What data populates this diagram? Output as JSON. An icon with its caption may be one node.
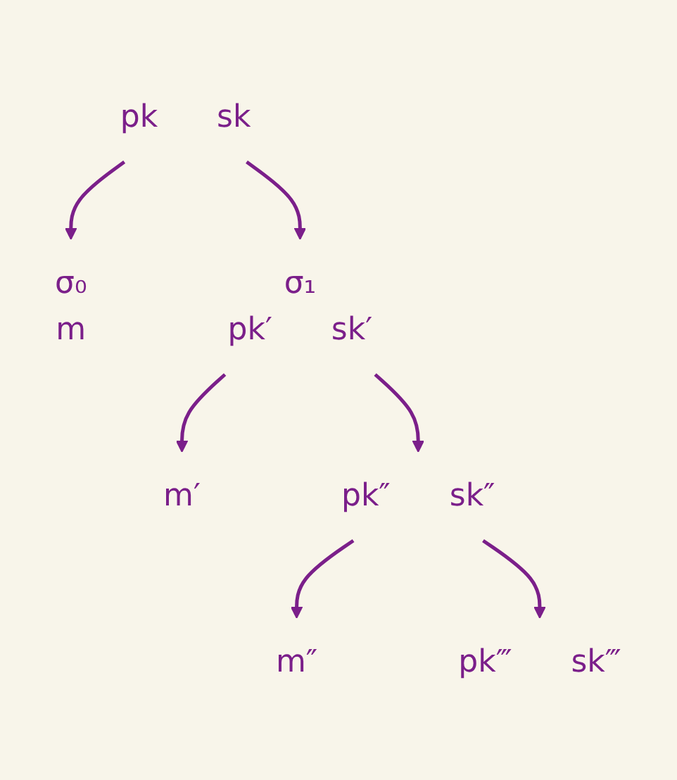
{
  "diagram": {
    "nodes": [
      {
        "text": [
          "pk"
        ],
        "beside": [
          "sk"
        ]
      },
      {
        "text": [
          "σ₀",
          "m"
        ]
      },
      {
        "text": [
          "σ₁",
          "pk′"
        ],
        "beside": [
          "sk′"
        ]
      },
      {
        "text": [
          "m′"
        ]
      },
      {
        "text": [
          "pk″"
        ],
        "beside": [
          "sk″"
        ]
      },
      {
        "text": [
          "m″"
        ]
      },
      {
        "text": [
          "pk‴"
        ],
        "beside": [
          "sk‴"
        ]
      }
    ],
    "edges": [
      {
        "from": 0,
        "to": 1,
        "arrow": "to"
      },
      {
        "from": 0,
        "to": 2,
        "arrow": "to"
      },
      {
        "from": 2,
        "to": 3,
        "arrow": "to"
      },
      {
        "from": 2,
        "to": 4,
        "arrow": "to"
      },
      {
        "from": 4,
        "to": 5,
        "arrow": "to"
      },
      {
        "from": 4,
        "to": 6,
        "arrow": "to"
      }
    ]
  }
}
